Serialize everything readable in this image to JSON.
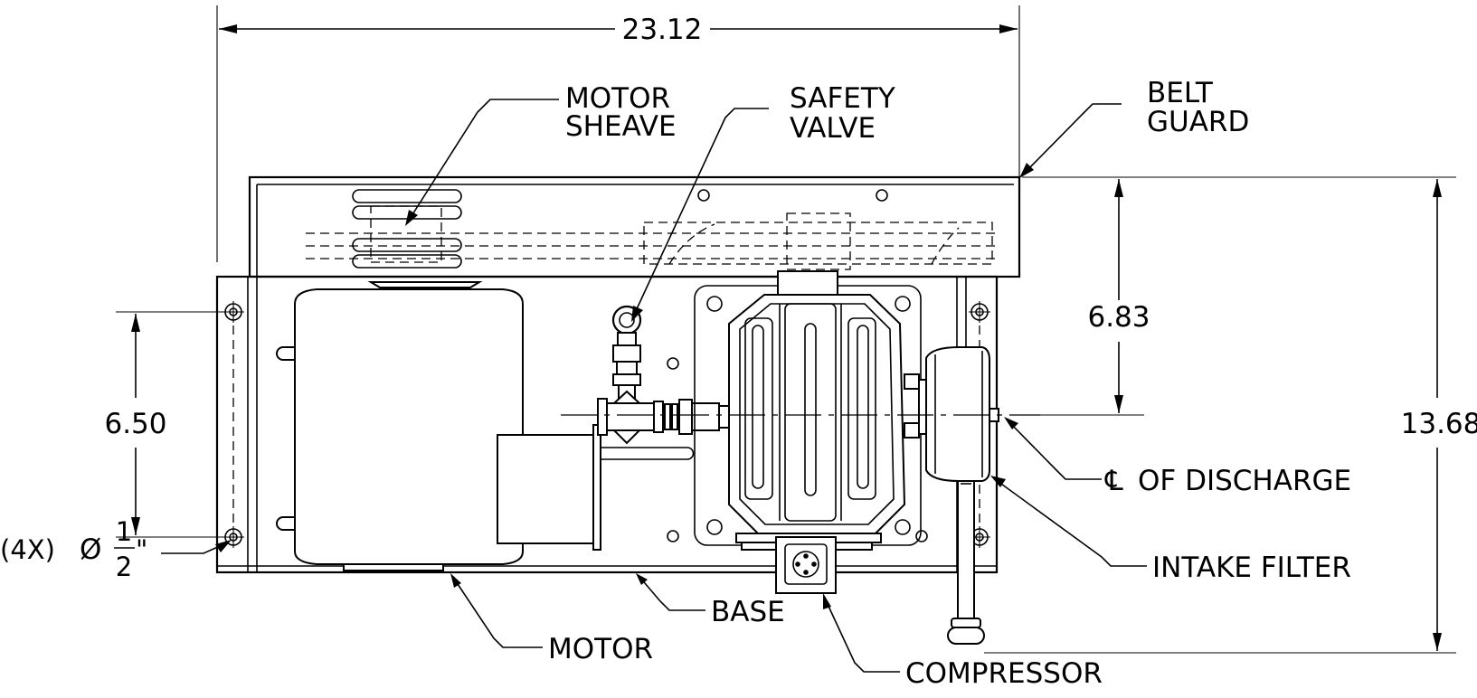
{
  "dimensions": {
    "overall_width": "23.12",
    "overall_height": "13.68",
    "discharge_height": "6.83",
    "mount_spacing": "6.50"
  },
  "hole_note": {
    "prefix": "(4X)",
    "symbol": "Ø",
    "numerator": "1",
    "denominator": "2",
    "unit": "\""
  },
  "callouts": {
    "motor_sheave": [
      "MOTOR",
      "SHEAVE"
    ],
    "safety_valve": [
      "SAFETY",
      "VALVE"
    ],
    "belt_guard": [
      "BELT",
      "GUARD"
    ],
    "centerline_symbol": "℄",
    "discharge": "OF DISCHARGE",
    "intake_filter": "INTAKE FILTER",
    "base": "BASE",
    "motor": "MOTOR",
    "compressor": "COMPRESSOR"
  }
}
